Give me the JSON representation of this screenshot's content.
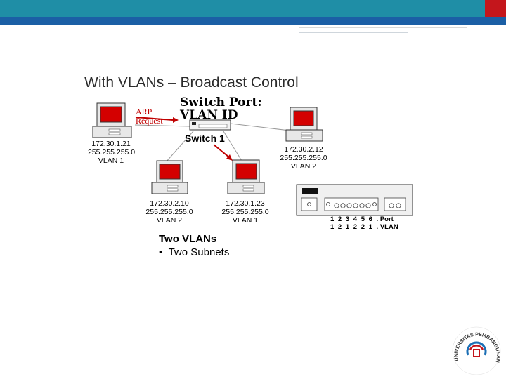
{
  "slide": {
    "title": "With VLANs – Broadcast Control",
    "switch_port_line1": "Switch Port:",
    "switch_port_line2": "VLAN ID",
    "arp_line1": "ARP",
    "arp_line2": "Request",
    "switch_label": "Switch 1",
    "summary_heading": "Two VLANs",
    "summary_bullet": "Two Subnets"
  },
  "computers": [
    {
      "ip": "172.30.1.21",
      "mask": "255.255.255.0",
      "vlan": "VLAN 1"
    },
    {
      "ip": "172.30.2.12",
      "mask": "255.255.255.0",
      "vlan": "VLAN 2"
    },
    {
      "ip": "172.30.2.10",
      "mask": "255.255.255.0",
      "vlan": "VLAN 2"
    },
    {
      "ip": "172.30.1.23",
      "mask": "255.255.255.0",
      "vlan": "VLAN 1"
    }
  ],
  "port_table": {
    "ports": "1 2 3 4 5 6 .",
    "ports_label": "Port",
    "vlans": "1 2 1 2 2 1 .",
    "vlans_label": "VLAN"
  },
  "colors": {
    "top_bar_teal": "#1f8ea6",
    "top_bar_blue": "#1b5fa5",
    "top_bar_red": "#c4161c",
    "monitor_screen": "#d40000",
    "arp_text": "#c00000"
  },
  "logo": {
    "text": "UNIVERSITAS PEMBANGUNAN JAYA"
  }
}
